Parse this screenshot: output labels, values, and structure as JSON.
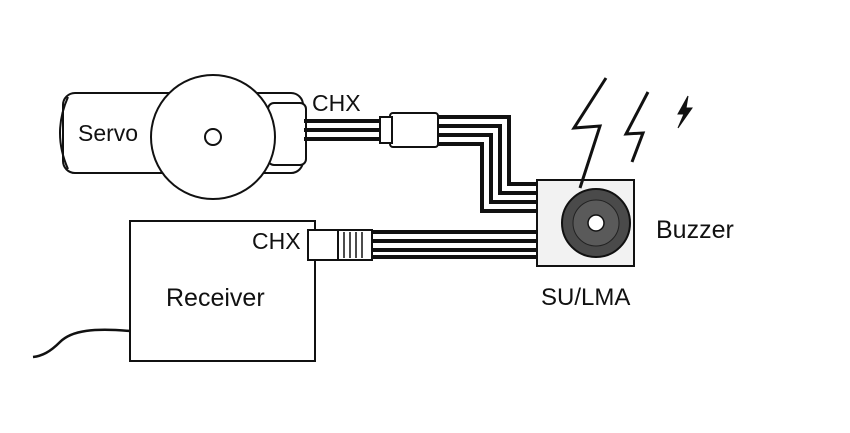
{
  "labels": {
    "servo": "Servo",
    "chx_top": "CHX",
    "chx_bottom": "CHX",
    "receiver": "Receiver",
    "buzzer": "Buzzer",
    "su_lma": "SU/LMA"
  },
  "icons": {
    "sound": "lightning-bolt-icon",
    "speaker": "speaker-icon"
  },
  "colors": {
    "line": "#111111",
    "fill": "#ffffff",
    "buzzer_body": "#f2f2f2",
    "speaker_cone": "#4a4a4a"
  }
}
